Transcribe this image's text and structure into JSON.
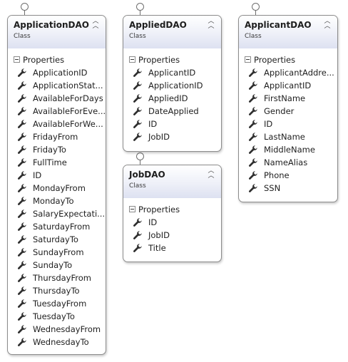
{
  "diagram": {
    "classes": [
      {
        "id": "application-dao",
        "name": "ApplicationDAO",
        "kind": "Class",
        "section": "Properties",
        "properties": [
          "ApplicationID",
          "ApplicationStat...",
          "AvailableForDays",
          "AvailableForEve...",
          "AvailableForWe...",
          "FridayFrom",
          "FridayTo",
          "FullTime",
          "ID",
          "MondayFrom",
          "MondayTo",
          "SalaryExpectati...",
          "SaturdayFrom",
          "SaturdayTo",
          "SundayFrom",
          "SundayTo",
          "ThursdayFrom",
          "ThursdayTo",
          "TuesdayFrom",
          "TuesdayTo",
          "WednesdayFrom",
          "WednesdayTo"
        ]
      },
      {
        "id": "applied-dao",
        "name": "AppliedDAO",
        "kind": "Class",
        "section": "Properties",
        "properties": [
          "ApplicantID",
          "ApplicationID",
          "AppliedID",
          "DateApplied",
          "ID",
          "JobID"
        ]
      },
      {
        "id": "job-dao",
        "name": "JobDAO",
        "kind": "Class",
        "section": "Properties",
        "properties": [
          "ID",
          "JobID",
          "Title"
        ]
      },
      {
        "id": "applicant-dao",
        "name": "ApplicantDAO",
        "kind": "Class",
        "section": "Properties",
        "properties": [
          "ApplicantAddre...",
          "ApplicantID",
          "FirstName",
          "Gender",
          "ID",
          "LastName",
          "MiddleName",
          "NameAlias",
          "Phone",
          "SSN"
        ]
      }
    ]
  },
  "icons": {
    "property": "wrench-icon",
    "collapse": "double-chevron-up-icon",
    "section_toggle": "minus-box-icon",
    "interface_marker": "lollipop-circle-icon"
  },
  "colors": {
    "header_gradient_top": "#ffffff",
    "header_gradient_bottom": "#dde1f1",
    "border": "#8c8c8c",
    "text": "#1e1e1e"
  }
}
